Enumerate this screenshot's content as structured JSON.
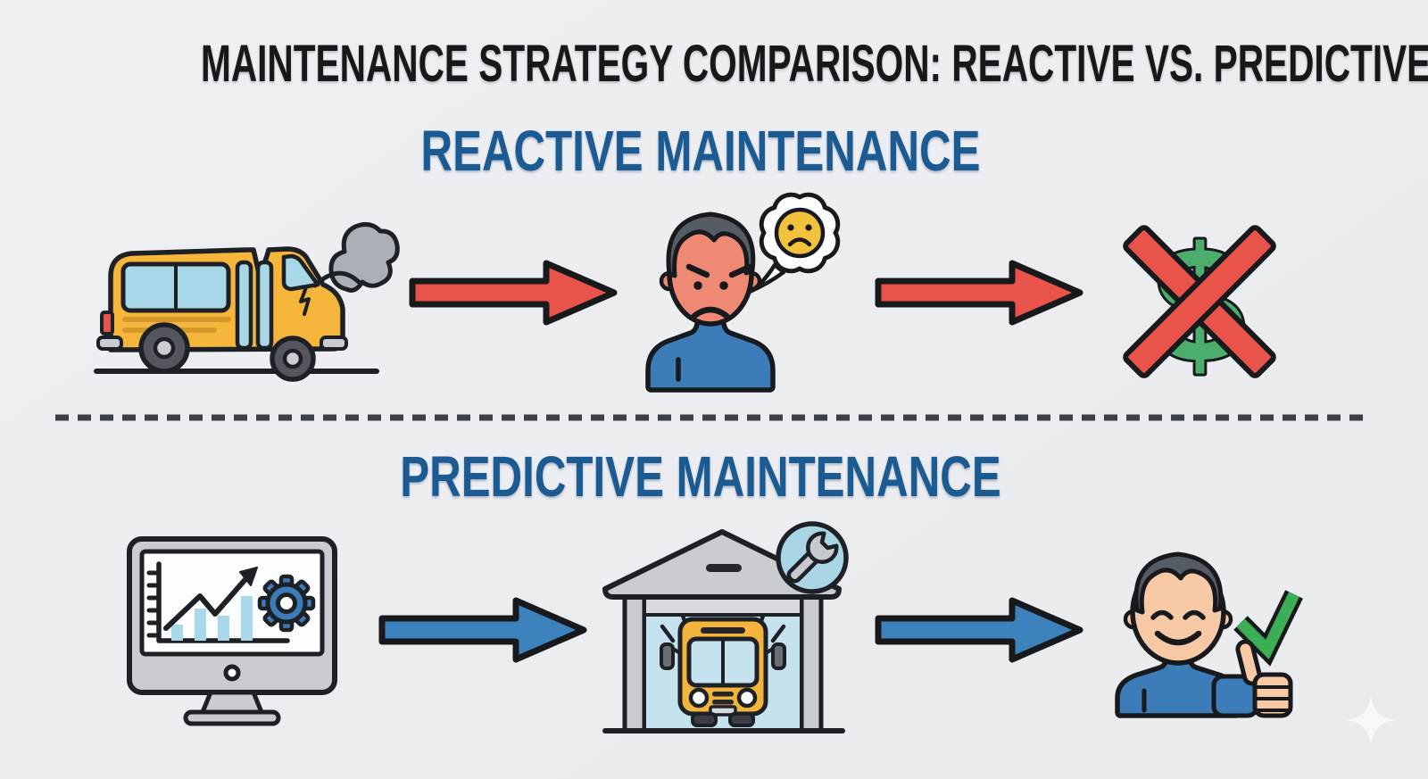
{
  "title": "MAINTENANCE STRATEGY COMPARISON: REACTIVE VS. PREDICTIVE",
  "sections": {
    "reactive": {
      "heading": "REACTIVE MAINTENANCE",
      "arrow_color": "#e8534a",
      "steps": [
        {
          "icon": "broken-bus-icon"
        },
        {
          "icon": "angry-customer-icon"
        },
        {
          "icon": "no-money-icon"
        }
      ],
      "connector_icon": "arrow-right"
    },
    "predictive": {
      "heading": "PREDICTIVE MAINTENANCE",
      "arrow_color": "#3c83bd",
      "steps": [
        {
          "icon": "analytics-monitor-icon"
        },
        {
          "icon": "bus-in-garage-icon"
        },
        {
          "icon": "happy-customer-icon"
        }
      ],
      "connector_icon": "arrow-right"
    }
  },
  "divider": {
    "style": "dashed",
    "color": "#3a4046"
  },
  "decorations": {
    "sparkle_icon": "four-point-star"
  },
  "colors": {
    "background": "#edeef2",
    "title_text": "#17181a",
    "heading_text": "#1c5b92",
    "reactive_arrow": "#e8534a",
    "predictive_arrow": "#3c83bd",
    "bus_yellow": "#f5b63b",
    "window_blue": "#a8d8e8",
    "money_green": "#4cae6c",
    "cross_red": "#e8534a",
    "success_green": "#3cae55",
    "shirt_blue": "#3c7cb8",
    "skin_angry": "#ee8a74",
    "skin_happy": "#f7c9a4",
    "hair_grey": "#565c63",
    "outline": "#17191c"
  }
}
